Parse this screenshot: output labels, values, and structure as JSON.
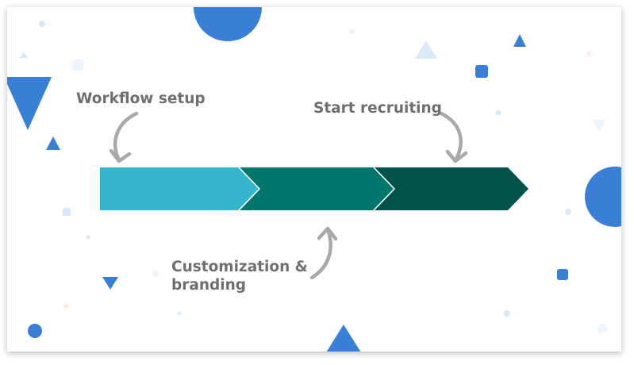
{
  "labels": {
    "workflow_setup": "Workflow setup",
    "start_recruiting": "Start recruiting",
    "customization_line1": "Customization &",
    "customization_line2": "branding"
  },
  "colors": {
    "label_text": "#6f6f6f",
    "arrow_curve": "#a9a9a9",
    "stage_1": "#35b6cc",
    "stage_2": "#00776c",
    "stage_3": "#00524b",
    "shape_primary": "#3a7fd6",
    "shape_light": "#dbe9f8",
    "shape_faint": "#eef4fb"
  },
  "icons": {
    "curved_arrow": "curved-arrow-icon"
  }
}
